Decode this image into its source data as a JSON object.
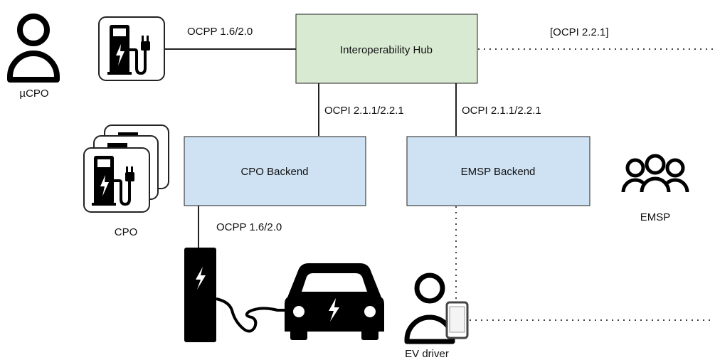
{
  "boxes": {
    "hub": "Interoperability Hub",
    "cpo_backend": "CPO Backend",
    "emsp_backend": "EMSP Backend"
  },
  "protocols": {
    "ucpo_to_hub": "OCPP 1.6/2.0",
    "hub_external": "[OCPI 2.2.1]",
    "hub_to_cpo": "OCPI 2.1.1/2.2.1",
    "hub_to_emsp": "OCPI 2.1.1/2.2.1",
    "cpo_to_charger": "OCPP 1.6/2.0"
  },
  "actors": {
    "ucpo": "µCPO",
    "cpo": "CPO",
    "emsp": "EMSP",
    "ev_driver": "EV driver"
  },
  "colors": {
    "hub_fill": "#d9ead3",
    "backend_fill": "#cfe2f3",
    "stroke": "#222222"
  },
  "icons": [
    "person-icon",
    "charging-station-icon",
    "group-icon",
    "charging-pile-icon",
    "electric-car-icon",
    "phone-icon"
  ]
}
